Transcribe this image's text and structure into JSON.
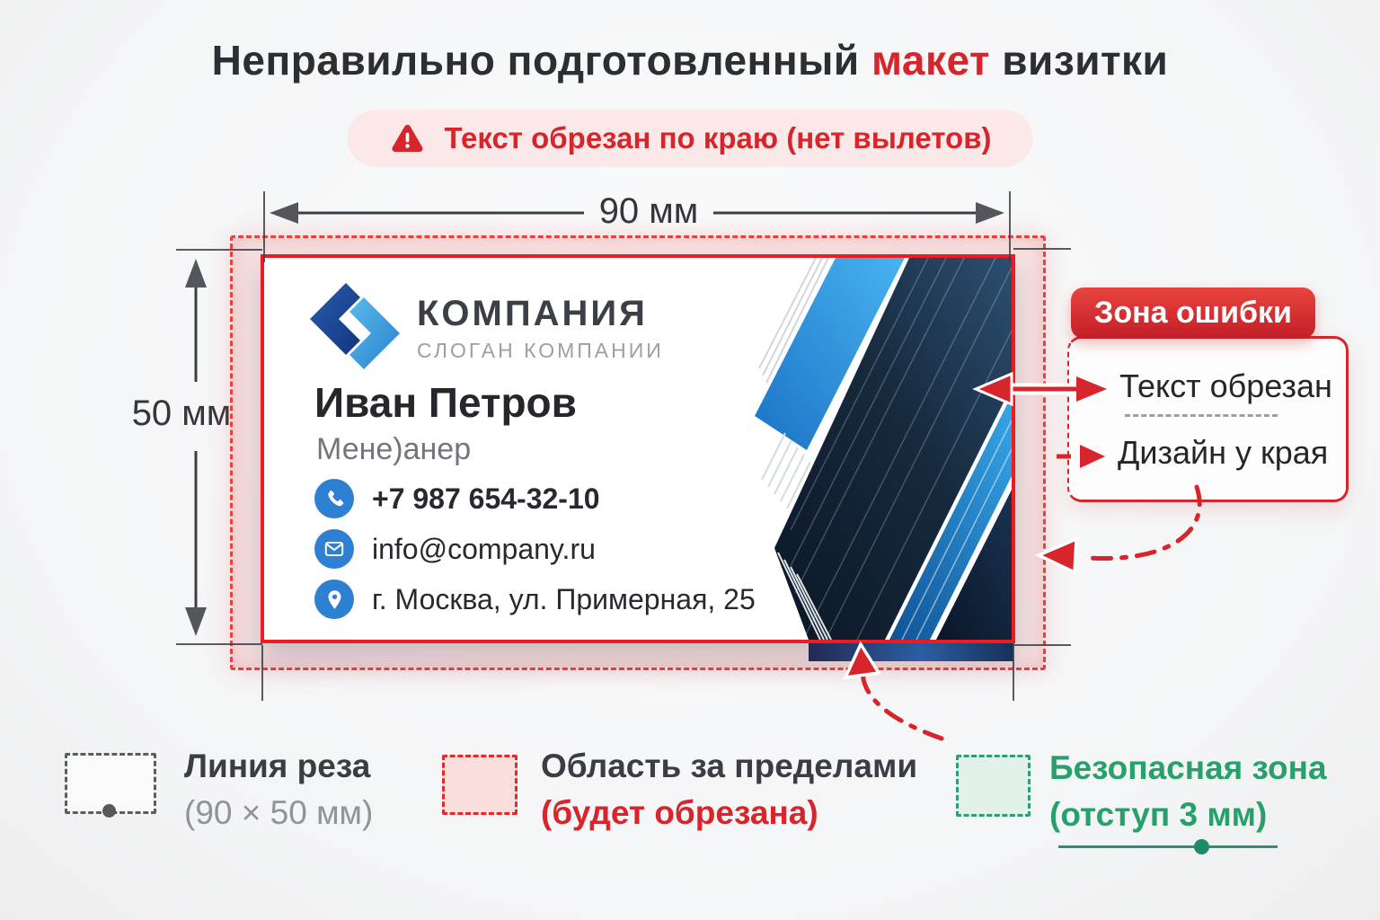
{
  "title": {
    "prefix": "Неправильно подготовленный",
    "highlight": "макет",
    "suffix": "визитки"
  },
  "warning_banner": {
    "text": "Текст обрезан по краю (нет вылетов)"
  },
  "dimensions": {
    "width": "90 мм",
    "height": "50 мм"
  },
  "business_card": {
    "company_name": "КОМПАНИЯ",
    "company_slogan": "СЛОГАН КОМПАНИИ",
    "person_name": "Иван Петров",
    "person_role": "Мене)анер",
    "contacts": [
      {
        "icon": "phone-icon",
        "value": "+7 987 654-32-10"
      },
      {
        "icon": "email-icon",
        "value": "info@company.ru"
      },
      {
        "icon": "location-icon",
        "value": "г. Москва, ул. Примерная, 25"
      }
    ]
  },
  "error_callout": {
    "header": "Зона ошибки",
    "items": [
      {
        "label": "Текст обрезан"
      },
      {
        "label": "Дизайн у края"
      }
    ]
  },
  "legend": {
    "items": [
      {
        "name": "cut-line",
        "title": "Линия реза",
        "subtitle": "(90 × 50 мм)"
      },
      {
        "name": "bleed-area",
        "title": "Область за пределами",
        "subtitle": "(будет обрезана)"
      },
      {
        "name": "safe-zone",
        "title": "Безопасная зона",
        "subtitle": "(отступ 3 мм)"
      }
    ]
  },
  "colors": {
    "accent_red": "#d6252b",
    "card_border_red": "#ee1b22",
    "bleed_red": "#e6413e",
    "badge_bg": "#fbe9e9",
    "title_dark": "#2b2e33",
    "green": "#27a06b",
    "gray_text": "#8f939a",
    "contact_blue": "#2d80d2",
    "brand_blue_dark": "#1c4f9c",
    "brand_blue_light": "#3fa9dc"
  }
}
